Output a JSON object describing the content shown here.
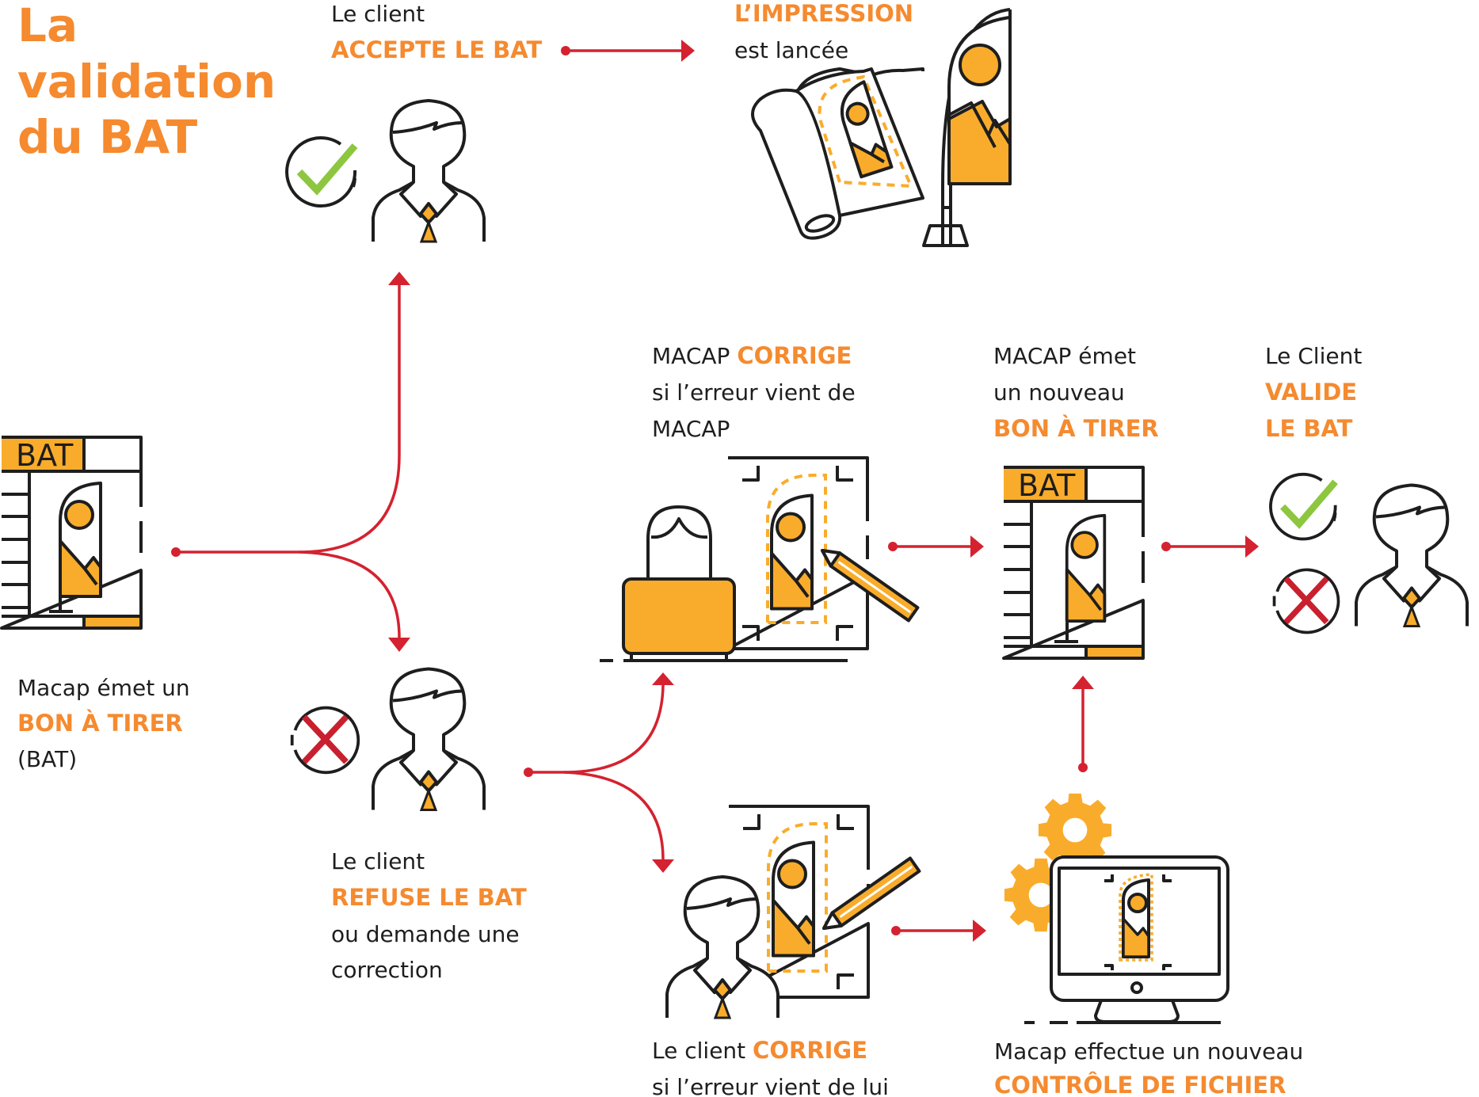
{
  "title": {
    "lines": [
      "La",
      "validation",
      "du BAT"
    ]
  },
  "colors": {
    "accent_orange": "#F58A2F",
    "icon_fill": "#F9AC2B",
    "arrow_red": "#D42230",
    "check_green": "#8DC63F",
    "cross_red": "#C8202F",
    "line": "#1E1E1E"
  },
  "steps": {
    "emit_bat": {
      "line1": "Macap émet un",
      "highlight": "BON À TIRER",
      "line3": "(BAT)",
      "doc_label": "BAT",
      "icon": "bat-document-icon"
    },
    "accept": {
      "line1": "Le client",
      "highlight": "ACCEPTE LE BAT",
      "icon": "client-accept-icon",
      "badge": "check-icon"
    },
    "printing": {
      "highlight": "L’IMPRESSION",
      "line2": "est lancée",
      "icon": "print-roll-and-flag-icon"
    },
    "refuse": {
      "line1": "Le client",
      "highlight": "REFUSE LE BAT",
      "line3": "ou demande une",
      "line4": "correction",
      "icon": "client-refuse-icon",
      "badge": "cross-icon"
    },
    "macap_corrects": {
      "line1_prefix": "MACAP",
      "line1_highlight": "CORRIGE",
      "line2": "si l’erreur vient de",
      "line3": "MACAP",
      "icon": "designer-correcting-icon"
    },
    "client_corrects": {
      "line1_prefix": "Le client",
      "line1_highlight": "CORRIGE",
      "line2": "si l’erreur vient de lui",
      "icon": "client-correcting-icon"
    },
    "new_bat": {
      "line1": "MACAP émet",
      "line2": "un nouveau",
      "highlight": "BON À TIRER",
      "doc_label": "BAT",
      "icon": "bat-document-icon"
    },
    "file_check": {
      "line1": "Macap effectue un nouveau",
      "highlight": "CONTRÔLE DE FICHIER",
      "icon": "monitor-gears-icon"
    },
    "validate": {
      "line1": "Le Client",
      "highlight1": "VALIDE",
      "highlight2": "LE BAT",
      "icon": "client-decision-icon",
      "badges": [
        "check-icon",
        "cross-icon"
      ]
    }
  },
  "connections": [
    {
      "from": "emit_bat",
      "to": [
        "accept",
        "refuse"
      ],
      "type": "fork"
    },
    {
      "from": "accept",
      "to": "printing",
      "type": "arrow"
    },
    {
      "from": "refuse",
      "to": [
        "macap_corrects",
        "client_corrects"
      ],
      "type": "fork"
    },
    {
      "from": "macap_corrects",
      "to": "new_bat",
      "type": "arrow"
    },
    {
      "from": "client_corrects",
      "to": "file_check",
      "type": "arrow"
    },
    {
      "from": "file_check",
      "to": "new_bat",
      "type": "arrow"
    },
    {
      "from": "new_bat",
      "to": "validate",
      "type": "arrow"
    }
  ]
}
